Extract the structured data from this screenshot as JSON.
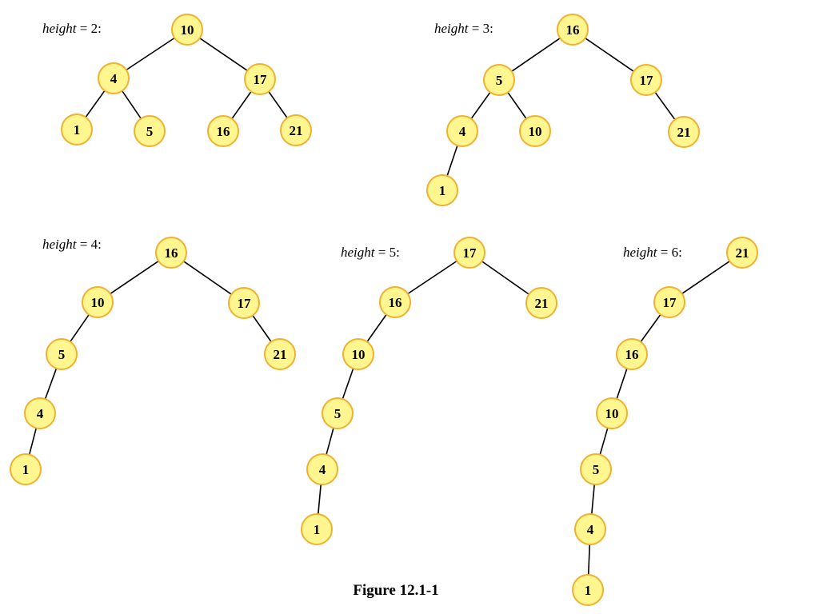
{
  "colors": {
    "node_fill": "#fff68f",
    "node_stroke": "#f0b030",
    "edge": "#000000",
    "text": "#000000"
  },
  "caption": "Figure 12.1-1",
  "trees": [
    {
      "label": {
        "var": "height",
        "rest": " = 2:"
      },
      "nodes": [
        {
          "id": "a10",
          "value": "10"
        },
        {
          "id": "a4",
          "value": "4"
        },
        {
          "id": "a17",
          "value": "17"
        },
        {
          "id": "a1",
          "value": "1"
        },
        {
          "id": "a5",
          "value": "5"
        },
        {
          "id": "a16",
          "value": "16"
        },
        {
          "id": "a21",
          "value": "21"
        }
      ],
      "edges": [
        [
          "a10",
          "a4"
        ],
        [
          "a10",
          "a17"
        ],
        [
          "a4",
          "a1"
        ],
        [
          "a4",
          "a5"
        ],
        [
          "a17",
          "a16"
        ],
        [
          "a17",
          "a21"
        ]
      ]
    },
    {
      "label": {
        "var": "height",
        "rest": " = 3:"
      },
      "nodes": [
        {
          "id": "b16",
          "value": "16"
        },
        {
          "id": "b5",
          "value": "5"
        },
        {
          "id": "b17",
          "value": "17"
        },
        {
          "id": "b4",
          "value": "4"
        },
        {
          "id": "b10",
          "value": "10"
        },
        {
          "id": "b21",
          "value": "21"
        },
        {
          "id": "b1",
          "value": "1"
        }
      ],
      "edges": [
        [
          "b16",
          "b5"
        ],
        [
          "b16",
          "b17"
        ],
        [
          "b5",
          "b4"
        ],
        [
          "b5",
          "b10"
        ],
        [
          "b17",
          "b21"
        ],
        [
          "b4",
          "b1"
        ]
      ]
    },
    {
      "label": {
        "var": "height",
        "rest": " = 4:"
      },
      "nodes": [
        {
          "id": "c16",
          "value": "16"
        },
        {
          "id": "c10",
          "value": "10"
        },
        {
          "id": "c17",
          "value": "17"
        },
        {
          "id": "c5",
          "value": "5"
        },
        {
          "id": "c21",
          "value": "21"
        },
        {
          "id": "c4",
          "value": "4"
        },
        {
          "id": "c1",
          "value": "1"
        }
      ],
      "edges": [
        [
          "c16",
          "c10"
        ],
        [
          "c16",
          "c17"
        ],
        [
          "c10",
          "c5"
        ],
        [
          "c17",
          "c21"
        ],
        [
          "c5",
          "c4"
        ],
        [
          "c4",
          "c1"
        ]
      ]
    },
    {
      "label": {
        "var": "height",
        "rest": " = 5:"
      },
      "nodes": [
        {
          "id": "d17",
          "value": "17"
        },
        {
          "id": "d16",
          "value": "16"
        },
        {
          "id": "d21",
          "value": "21"
        },
        {
          "id": "d10",
          "value": "10"
        },
        {
          "id": "d5",
          "value": "5"
        },
        {
          "id": "d4",
          "value": "4"
        },
        {
          "id": "d1",
          "value": "1"
        }
      ],
      "edges": [
        [
          "d17",
          "d16"
        ],
        [
          "d17",
          "d21"
        ],
        [
          "d16",
          "d10"
        ],
        [
          "d10",
          "d5"
        ],
        [
          "d5",
          "d4"
        ],
        [
          "d4",
          "d1"
        ]
      ]
    },
    {
      "label": {
        "var": "height",
        "rest": " = 6:"
      },
      "nodes": [
        {
          "id": "e21",
          "value": "21"
        },
        {
          "id": "e17",
          "value": "17"
        },
        {
          "id": "e16",
          "value": "16"
        },
        {
          "id": "e10",
          "value": "10"
        },
        {
          "id": "e5",
          "value": "5"
        },
        {
          "id": "e4",
          "value": "4"
        },
        {
          "id": "e1",
          "value": "1"
        }
      ],
      "edges": [
        [
          "e21",
          "e17"
        ],
        [
          "e17",
          "e16"
        ],
        [
          "e16",
          "e10"
        ],
        [
          "e10",
          "e5"
        ],
        [
          "e5",
          "e4"
        ],
        [
          "e4",
          "e1"
        ]
      ]
    }
  ]
}
